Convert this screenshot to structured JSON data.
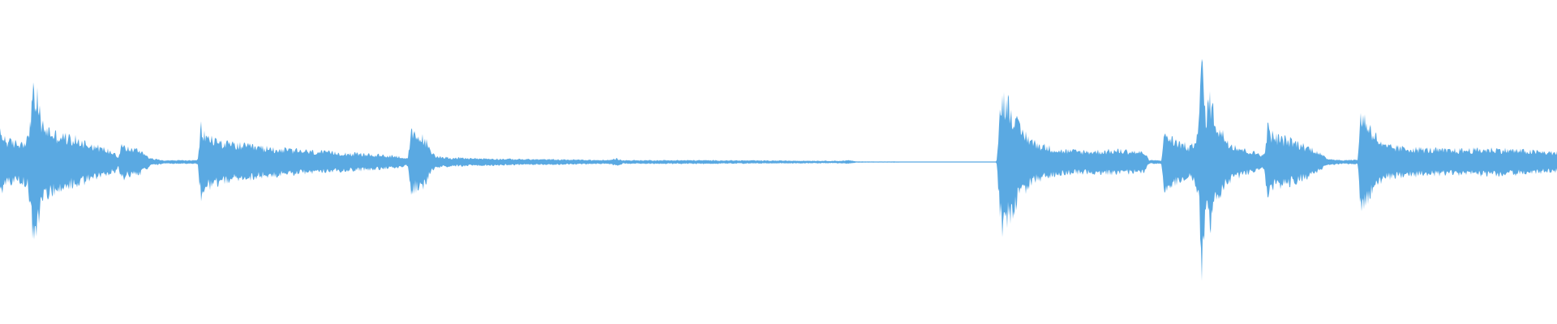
{
  "waveform": {
    "color": "#5aa9e2",
    "background": "#ffffff",
    "peak_amplitude_max": 1.0,
    "envelope_samples": [
      [
        0.0,
        0.25
      ],
      [
        0.005,
        0.18
      ],
      [
        0.012,
        0.16
      ],
      [
        0.018,
        0.2
      ],
      [
        0.021,
        0.58
      ],
      [
        0.024,
        0.54
      ],
      [
        0.027,
        0.32
      ],
      [
        0.035,
        0.24
      ],
      [
        0.05,
        0.19
      ],
      [
        0.065,
        0.12
      ],
      [
        0.074,
        0.08
      ],
      [
        0.076,
        0.04
      ],
      [
        0.078,
        0.15
      ],
      [
        0.081,
        0.12
      ],
      [
        0.09,
        0.1
      ],
      [
        0.097,
        0.03
      ],
      [
        0.105,
        0.015
      ],
      [
        0.124,
        0.015
      ],
      [
        0.127,
        0.015
      ],
      [
        0.129,
        0.3
      ],
      [
        0.132,
        0.22
      ],
      [
        0.145,
        0.16
      ],
      [
        0.17,
        0.12
      ],
      [
        0.2,
        0.09
      ],
      [
        0.23,
        0.07
      ],
      [
        0.255,
        0.05
      ],
      [
        0.262,
        0.03
      ],
      [
        0.264,
        0.25
      ],
      [
        0.268,
        0.22
      ],
      [
        0.273,
        0.2
      ],
      [
        0.276,
        0.1
      ],
      [
        0.28,
        0.05
      ],
      [
        0.29,
        0.035
      ],
      [
        0.33,
        0.025
      ],
      [
        0.37,
        0.02
      ],
      [
        0.39,
        0.015
      ],
      [
        0.396,
        0.03
      ],
      [
        0.4,
        0.015
      ],
      [
        0.45,
        0.015
      ],
      [
        0.5,
        0.012
      ],
      [
        0.54,
        0.01
      ],
      [
        0.545,
        0.015
      ],
      [
        0.55,
        0.005
      ],
      [
        0.6,
        0.003
      ],
      [
        0.64,
        0.003
      ],
      [
        0.643,
        0.56
      ],
      [
        0.648,
        0.5
      ],
      [
        0.655,
        0.28
      ],
      [
        0.665,
        0.16
      ],
      [
        0.68,
        0.1
      ],
      [
        0.7,
        0.09
      ],
      [
        0.72,
        0.1
      ],
      [
        0.735,
        0.08
      ],
      [
        0.738,
        0.015
      ],
      [
        0.746,
        0.015
      ],
      [
        0.748,
        0.26
      ],
      [
        0.752,
        0.2
      ],
      [
        0.765,
        0.12
      ],
      [
        0.77,
        0.3
      ],
      [
        0.772,
        1.0
      ],
      [
        0.774,
        0.4
      ],
      [
        0.777,
        0.55
      ],
      [
        0.782,
        0.3
      ],
      [
        0.79,
        0.16
      ],
      [
        0.8,
        0.1
      ],
      [
        0.812,
        0.06
      ],
      [
        0.814,
        0.3
      ],
      [
        0.818,
        0.22
      ],
      [
        0.83,
        0.18
      ],
      [
        0.845,
        0.1
      ],
      [
        0.852,
        0.03
      ],
      [
        0.862,
        0.015
      ],
      [
        0.872,
        0.02
      ],
      [
        0.874,
        0.42
      ],
      [
        0.878,
        0.34
      ],
      [
        0.888,
        0.14
      ],
      [
        0.9,
        0.12
      ],
      [
        0.93,
        0.1
      ],
      [
        0.96,
        0.11
      ],
      [
        1.0,
        0.08
      ]
    ]
  }
}
